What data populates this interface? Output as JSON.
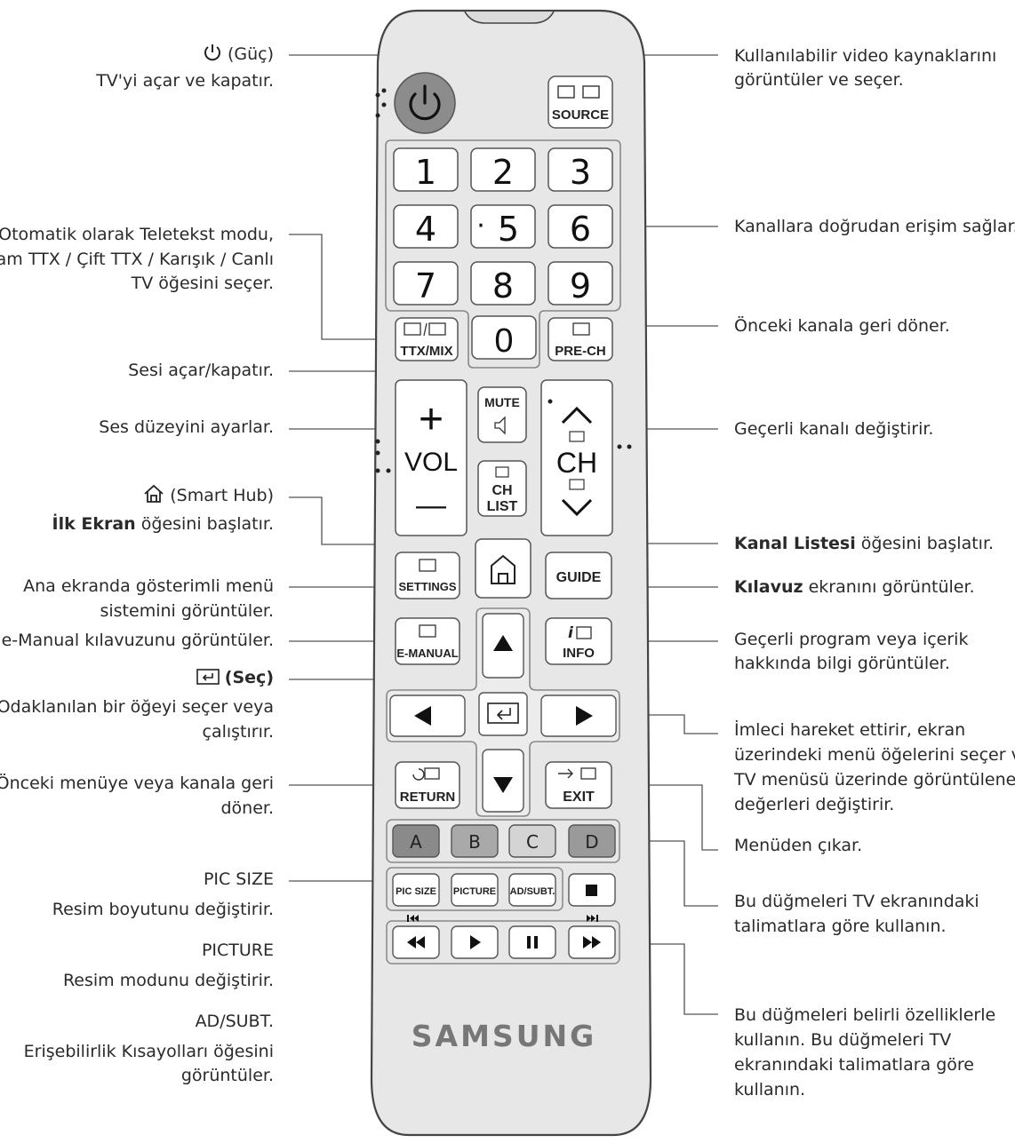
{
  "remote": {
    "brand": "SAMSUNG",
    "source_label": "SOURCE",
    "digits": [
      "1",
      "2",
      "3",
      "4",
      "5",
      "6",
      "7",
      "8",
      "9"
    ],
    "five_dot": "·",
    "zero_label": "0",
    "ttx_label": "TTX/MIX",
    "prech_label": "PRE-CH",
    "mute_label": "MUTE",
    "vol_label": "VOL",
    "vol_plus": "+",
    "vol_minus": "—",
    "ch_label": "CH",
    "chlist_line1": "CH",
    "chlist_line2": "LIST",
    "settings_label": "SETTINGS",
    "guide_label": "GUIDE",
    "emanual_label": "E-MANUAL",
    "info_label": "INFO",
    "return_label": "RETURN",
    "exit_label": "EXIT",
    "color_buttons": [
      {
        "label": "A",
        "color": "#8a8a8a"
      },
      {
        "label": "B",
        "color": "#a9a9a9"
      },
      {
        "label": "C",
        "color": "#d4d4d4"
      },
      {
        "label": "D",
        "color": "#9a9a9a"
      }
    ],
    "picsize_label": "PIC SIZE",
    "picture_label": "PICTURE",
    "adsubt_label": "AD/SUBT.",
    "body_color": "#e6e6e6",
    "button_color": "#ffffff",
    "power_color": "#8c8c8c"
  },
  "left": {
    "power_title": "(Güç)",
    "power_desc": "TV'yi açar ve kapatır.",
    "ttx_l1": "Otomatik olarak Teletekst modu,",
    "ttx_l2": "Tam TTX / Çift TTX / Karışık / Canlı",
    "ttx_l3": "TV öğesini seçer.",
    "mute": "Sesi açar/kapatır.",
    "vol": "Ses düzeyini ayarlar.",
    "hub_title": "(Smart Hub)",
    "hub_desc_bold": "İlk Ekran",
    "hub_desc_rest": " öğesini başlatır.",
    "settings_l1": "Ana ekranda gösterimli menü",
    "settings_l2": "sistemini görüntüler.",
    "emanual": "e-Manual kılavuzunu görüntüler.",
    "select_title": "(Seç)",
    "select_l1": "Odaklanılan bir öğeyi seçer veya",
    "select_l2": "çalıştırır.",
    "return_l1": "Önceki menüye veya kanala geri",
    "return_l2": "döner.",
    "picsize_title": "PIC SIZE",
    "picsize_desc": "Resim boyutunu değiştirir.",
    "picture_title": "PICTURE",
    "picture_desc": "Resim modunu değiştirir.",
    "adsubt_title": "AD/SUBT.",
    "adsubt_l1_bold": "Erişebilirlik Kısayolları",
    "adsubt_l1_rest": " öğesini",
    "adsubt_l2": "görüntüler."
  },
  "right": {
    "source_l1": "Kullanılabilir video kaynaklarını",
    "source_l2": "görüntüler ve seçer.",
    "digits": "Kanallara doğrudan erişim sağlar.",
    "prech": "Önceki kanala geri döner.",
    "ch": "Geçerli kanalı değiştirir.",
    "chlist_bold": "Kanal Listesi",
    "chlist_rest": " öğesini başlatır.",
    "guide_bold": "Kılavuz",
    "guide_rest": " ekranını görüntüler.",
    "info_l1": "Geçerli program veya içerik",
    "info_l2": "hakkında bilgi görüntüler.",
    "nav_l1": "İmleci hareket ettirir, ekran",
    "nav_l2": "üzerindeki menü öğelerini seçer ve",
    "nav_l3": "TV menüsü üzerinde görüntülenen",
    "nav_l4": "değerleri değiştirir.",
    "exit": "Menüden çıkar.",
    "color_l1": "Bu düğmeleri TV ekranındaki",
    "color_l2": "talimatlara göre kullanın.",
    "media_l1": "Bu düğmeleri belirli özelliklerle",
    "media_l2": "kullanın. Bu düğmeleri TV",
    "media_l3": "ekranındaki talimatlara göre",
    "media_l4": "kullanın."
  }
}
